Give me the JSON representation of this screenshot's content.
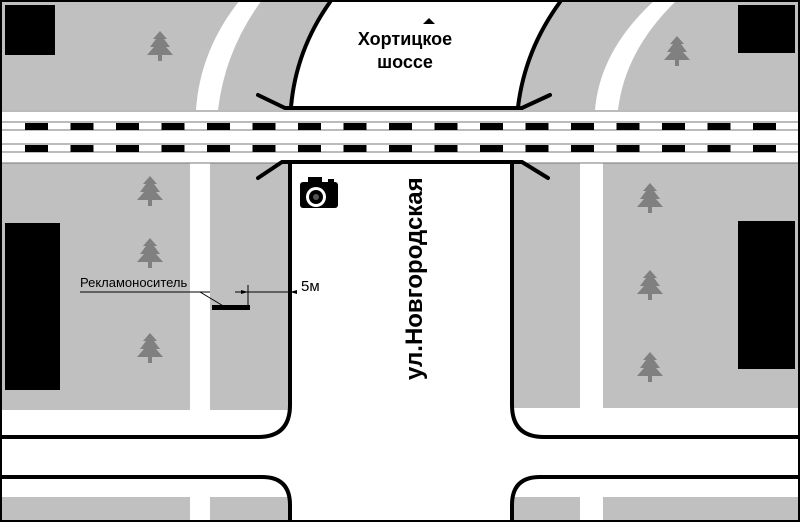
{
  "map": {
    "roads": {
      "top_road_line1": "Хортицкое",
      "top_road_line2": "шоссе",
      "main_street": "ул.Новгородская"
    },
    "billboard_label": "Рекламоноситель",
    "distance_label": "5м",
    "icons": [
      "camera-icon",
      "tree-icon",
      "direction-arrow-icon"
    ],
    "colors": {
      "green_area": "#c0c0c0",
      "tree": "#808080",
      "building": "#000000",
      "road": "#ffffff"
    }
  }
}
